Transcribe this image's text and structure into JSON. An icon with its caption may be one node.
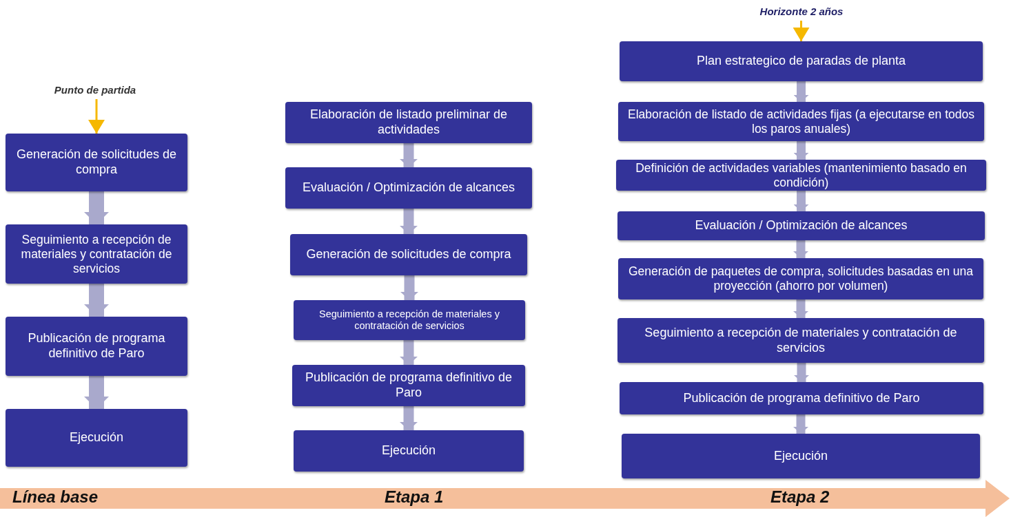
{
  "diagram": {
    "nodes": [
      {
        "text": [
          "Punto de partida"
        ]
      },
      {
        "text": [
          "Generación de solicitudes de compra"
        ]
      },
      {
        "text": [
          "Seguimiento a recepción de materiales y contratación de servicios"
        ]
      },
      {
        "text": [
          "Publicación de programa definitivo de Paro"
        ]
      },
      {
        "text": [
          "Ejecución"
        ]
      },
      {
        "text": [
          "Elaboración de listado preliminar de actividades"
        ]
      },
      {
        "text": [
          "Evaluación / Optimización de alcances"
        ]
      },
      {
        "text": [
          "Generación de solicitudes de compra"
        ]
      },
      {
        "text": [
          "Seguimiento a recepción de materiales y contratación de servicios"
        ]
      },
      {
        "text": [
          "Publicación de programa definitivo de Paro"
        ]
      },
      {
        "text": [
          "Ejecución"
        ]
      },
      {
        "text": [
          "Horizonte 2 años"
        ]
      },
      {
        "text": [
          "Plan estrategico de paradas de planta"
        ]
      },
      {
        "text": [
          "Elaboración de listado de actividades fijas (a ejecutarse en todos los paros anuales)"
        ]
      },
      {
        "text": [
          "Definición de actividades variables (mantenimiento basado en condición)"
        ]
      },
      {
        "text": [
          "Evaluación / Optimización de alcances"
        ]
      },
      {
        "text": [
          "Generación de paquetes de compra, solicitudes basadas en una proyección (ahorro por volumen)"
        ]
      },
      {
        "text": [
          "Seguimiento a recepción de materiales y contratación de servicios"
        ]
      },
      {
        "text": [
          "Publicación de programa definitivo de Paro"
        ]
      },
      {
        "text": [
          "Ejecución"
        ]
      }
    ],
    "edges": [
      {
        "from": 0,
        "to": 1,
        "arrow": "to",
        "color": "#f5b800"
      },
      {
        "from": 1,
        "to": 2,
        "arrow": "to"
      },
      {
        "from": 2,
        "to": 3,
        "arrow": "to"
      },
      {
        "from": 3,
        "to": 4,
        "arrow": "to"
      },
      {
        "from": 5,
        "to": 6,
        "arrow": "to"
      },
      {
        "from": 6,
        "to": 7,
        "arrow": "to"
      },
      {
        "from": 7,
        "to": 8,
        "arrow": "to"
      },
      {
        "from": 8,
        "to": 9,
        "arrow": "to"
      },
      {
        "from": 9,
        "to": 10,
        "arrow": "to"
      },
      {
        "from": 11,
        "to": 12,
        "arrow": "to",
        "color": "#f5b800"
      },
      {
        "from": 12,
        "to": 13,
        "arrow": "to"
      },
      {
        "from": 13,
        "to": 14,
        "arrow": "to"
      },
      {
        "from": 14,
        "to": 15,
        "arrow": "to"
      },
      {
        "from": 15,
        "to": 16,
        "arrow": "to"
      },
      {
        "from": 16,
        "to": 17,
        "arrow": "to"
      },
      {
        "from": 17,
        "to": 18,
        "arrow": "to"
      },
      {
        "from": 18,
        "to": 19,
        "arrow": "to"
      }
    ],
    "labels": [
      "Línea base",
      "Etapa 1",
      "Etapa 2"
    ]
  }
}
